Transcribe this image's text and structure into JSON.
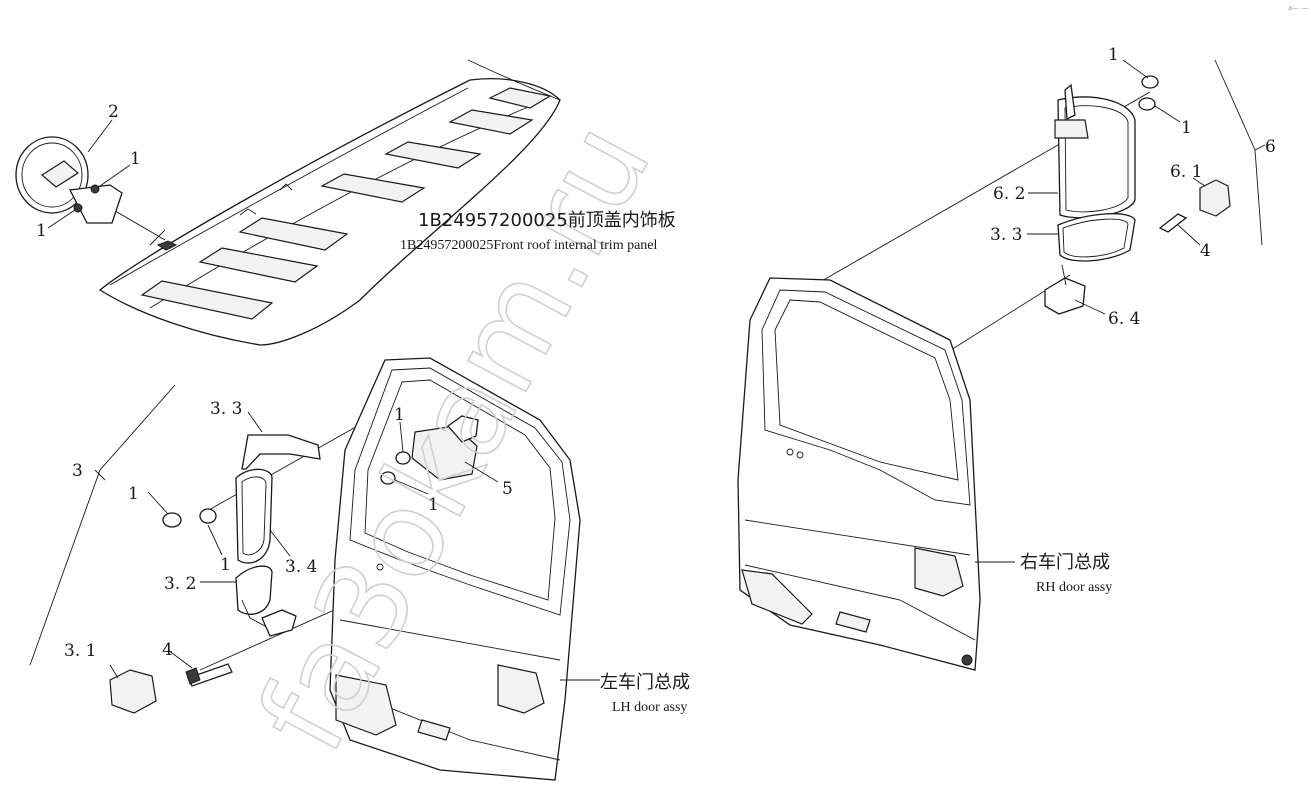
{
  "watermark": "fa3okam.ru",
  "corner_mark": "a— —",
  "callouts": {
    "c1_roof_top": "1",
    "c1_roof_bottom": "1",
    "c2_roof": "2",
    "c1_rh_top": "1",
    "c1_rh_mid": "1",
    "c6": "6",
    "c6_1": "6. 1",
    "c6_2": "6. 2",
    "c3_3_rh": "3. 3",
    "c4_rh": "4",
    "c6_4": "6. 4",
    "c3": "3",
    "c3_3_lh": "3. 3",
    "c1_lh_left": "1",
    "c1_lh_lower": "1",
    "c3_4": "3. 4",
    "c3_2": "3. 2",
    "c3_1": "3. 1",
    "c4_lh": "4",
    "c1_door_upper": "1",
    "c1_door_lower": "1",
    "c5": "5"
  },
  "captions": {
    "roof_cn": "1B24957200025前顶盖内饰板",
    "roof_en": "1B24957200025Front roof internal trim panel",
    "rh_cn": "右车门总成",
    "rh_en": "RH door assy",
    "lh_cn": "左车门总成",
    "lh_en": "LH door assy"
  }
}
